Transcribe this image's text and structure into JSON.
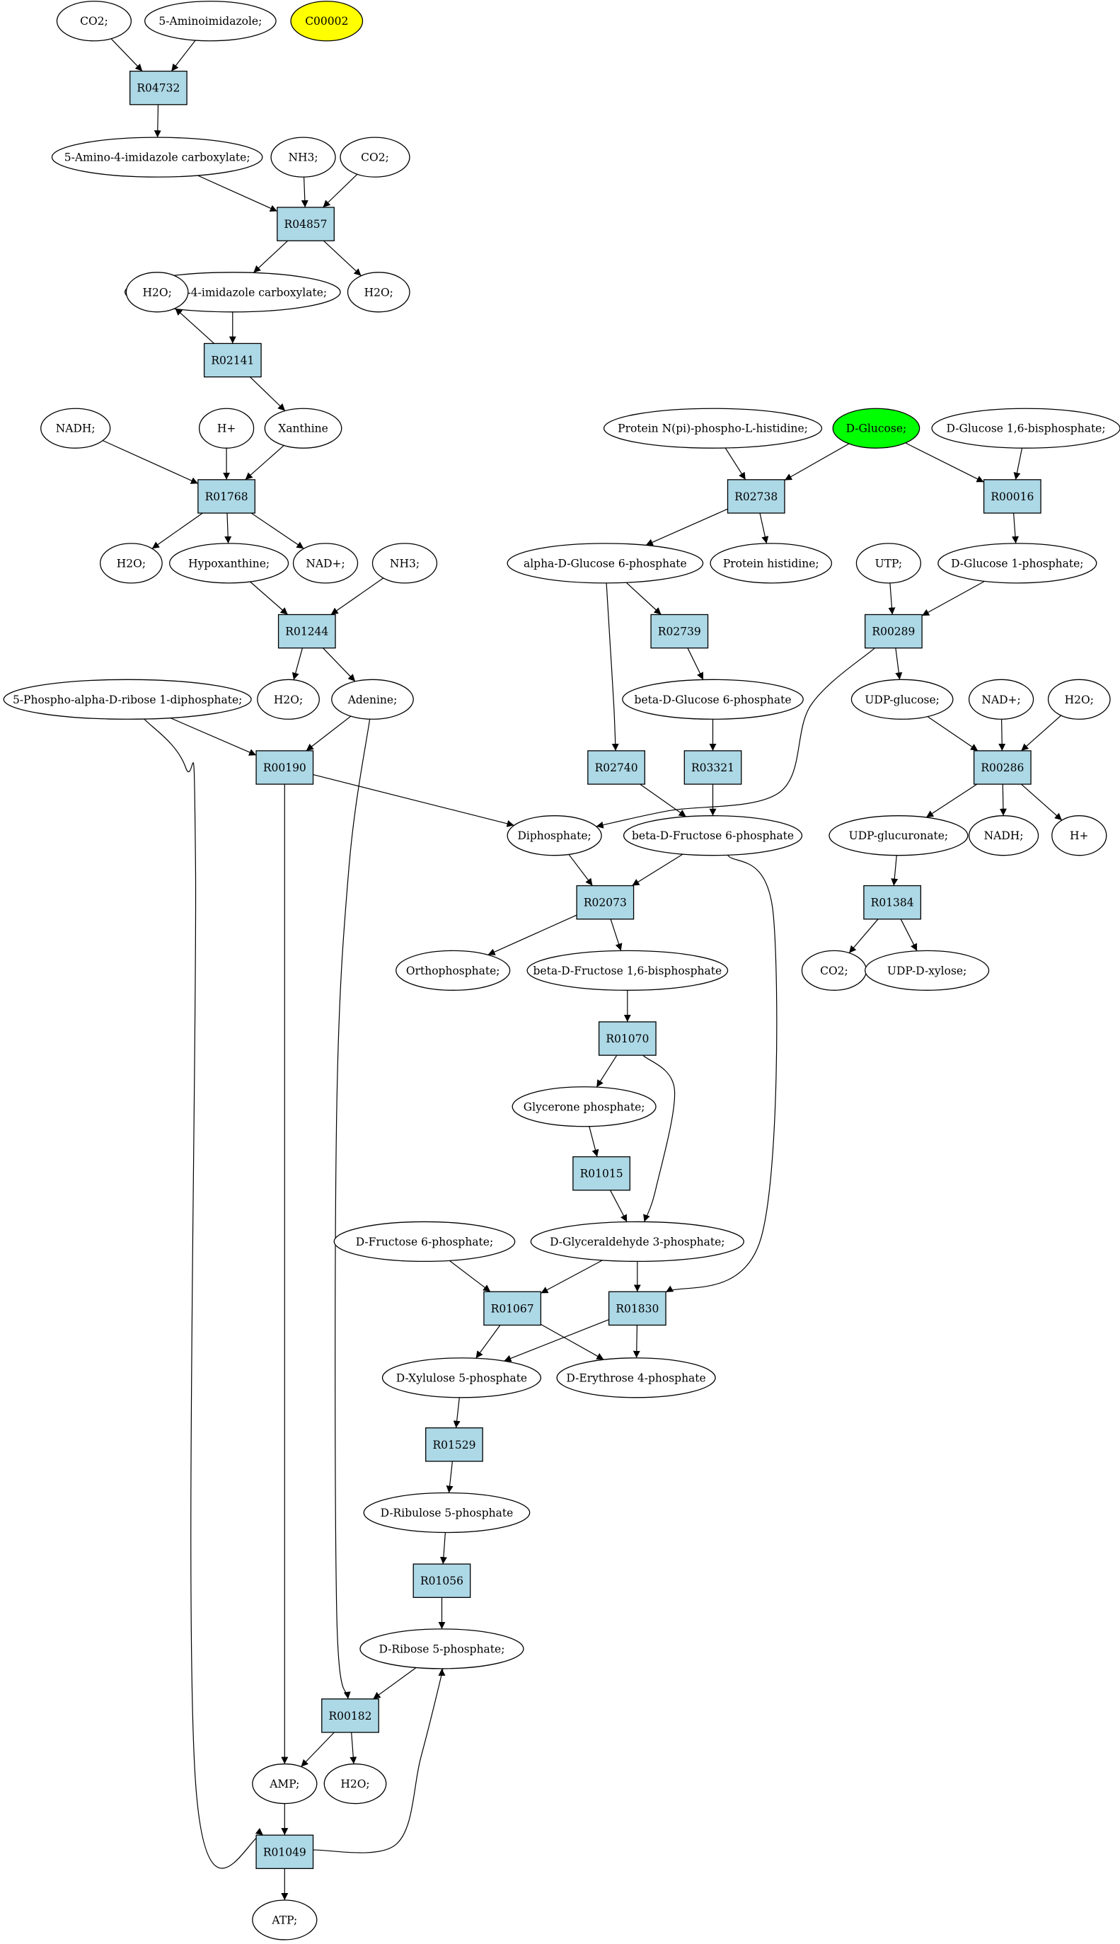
{
  "colors": {
    "reaction_fill": "#add8e6",
    "compound_fill": "#ffffff",
    "start_fill": "#00ff00",
    "highlight_fill": "#ffff00",
    "line": "#000000"
  },
  "reactions": {
    "R04732": "R04732",
    "R04857": "R04857",
    "R02141": "R02141",
    "R01768": "R01768",
    "R01244": "R01244",
    "R00190": "R00190",
    "R02738": "R02738",
    "R00016": "R00016",
    "R02739": "R02739",
    "R00289": "R00289",
    "R02740": "R02740",
    "R03321": "R03321",
    "R00286": "R00286",
    "R02073": "R02073",
    "R01384": "R01384",
    "R01070": "R01070",
    "R01015": "R01015",
    "R01067": "R01067",
    "R01830": "R01830",
    "R01529": "R01529",
    "R01056": "R01056",
    "R00182": "R00182",
    "R01049": "R01049"
  },
  "compounds": {
    "co2_a": "CO2;",
    "aminoimidazole": "5-Aminoimidazole;",
    "c00002": "C00002",
    "aminoimidazole_carboxylate": "5-Amino-4-imidazole carboxylate;",
    "nh3_a": "NH3;",
    "co2_b": "CO2;",
    "ureido": "5-Ureido-4-imidazole carboxylate;",
    "h2o_a": "H2O;",
    "h2o_b": "H2O;",
    "nadh_a": "NADH;",
    "hplus_a": "H+",
    "xanthine": "Xanthine",
    "h2o_c": "H2O;",
    "hypoxanthine": "Hypoxanthine;",
    "nadplus_a": "NAD+;",
    "nh3_b": "NH3;",
    "h2o_d": "H2O;",
    "adenine": "Adenine;",
    "prpp": "5-Phospho-alpha-D-ribose 1-diphosphate;",
    "protein_histidine_phos": "Protein N(pi)-phospho-L-histidine;",
    "dglucose": "D-Glucose;",
    "glucose_bisphosphate": "D-Glucose 1,6-bisphosphate;",
    "alpha_g6p": "alpha-D-Glucose 6-phosphate",
    "protein_histidine": "Protein histidine;",
    "utp": "UTP;",
    "glucose_1p": "D-Glucose 1-phosphate;",
    "beta_g6p": "beta-D-Glucose 6-phosphate",
    "udp_glucose": "UDP-glucose;",
    "nadplus_b": "NAD+;",
    "h2o_e": "H2O;",
    "diphosphate": "Diphosphate;",
    "beta_f6p": "beta-D-Fructose 6-phosphate",
    "udp_glucuronate": "UDP-glucuronate;",
    "nadh_b": "NADH;",
    "hplus_b": "H+",
    "orthophosphate": "Orthophosphate;",
    "fbp": "beta-D-Fructose 1,6-bisphosphate",
    "co2_c": "CO2;",
    "udp_xylose": "UDP-D-xylose;",
    "glycerone_p": "Glycerone phosphate;",
    "g3p": "D-Glyceraldehyde 3-phosphate;",
    "f6p": "D-Fructose 6-phosphate;",
    "xylulose_5p": "D-Xylulose 5-phosphate",
    "erythrose_4p": "D-Erythrose 4-phosphate",
    "ribulose_5p": "D-Ribulose 5-phosphate",
    "ribose_5p": "D-Ribose 5-phosphate;",
    "amp": "AMP;",
    "h2o_f": "H2O;",
    "atp": "ATP;"
  }
}
